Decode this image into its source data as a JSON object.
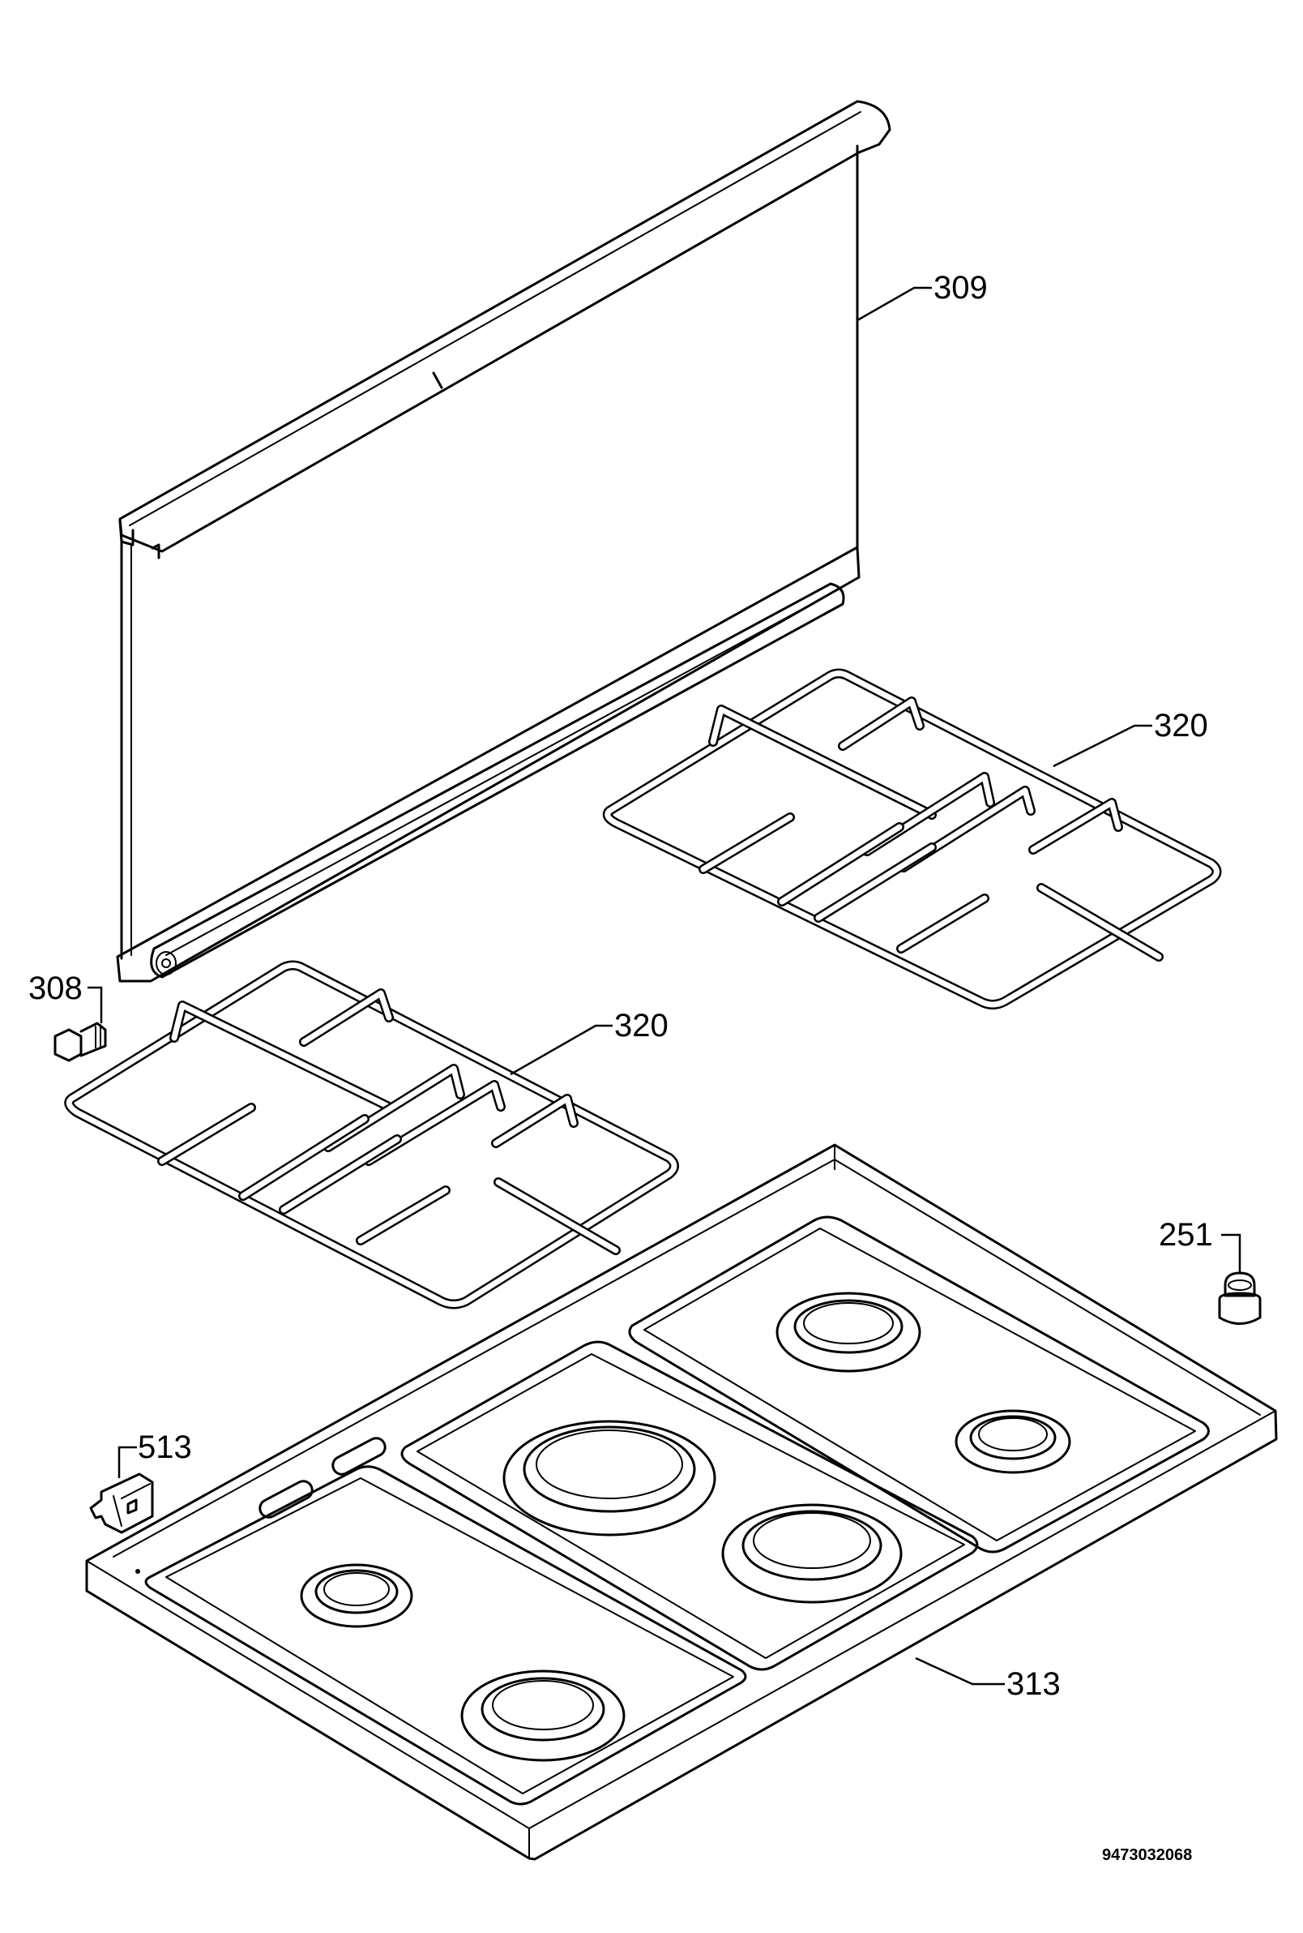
{
  "callouts": {
    "splash_panel": "309",
    "pan_support_right": "320",
    "pan_support_left": "320",
    "screw": "308",
    "knob": "251",
    "clip": "513",
    "hob_top": "313"
  },
  "document_number": "9473032068",
  "colors": {
    "line": "#000000",
    "background": "#ffffff"
  }
}
